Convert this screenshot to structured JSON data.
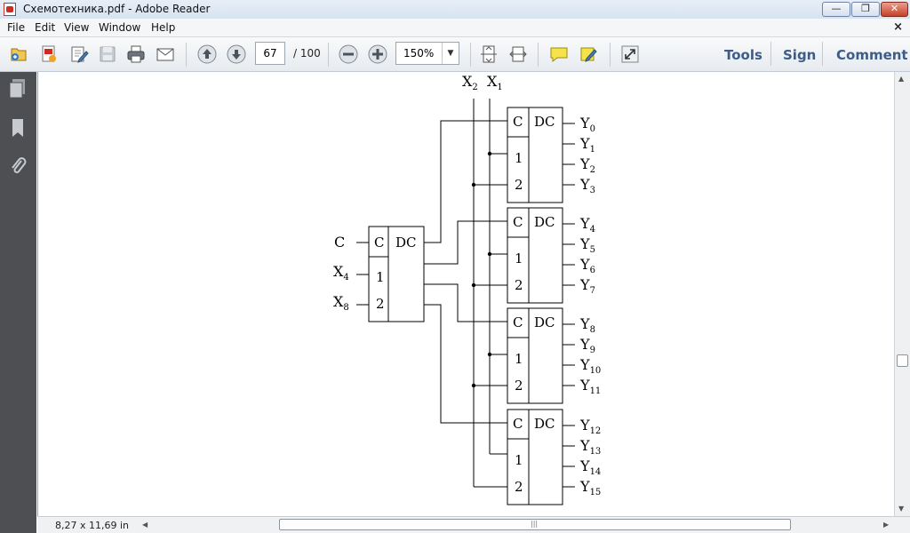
{
  "window": {
    "title": "Схемотехника.pdf - Adobe Reader",
    "controls": {
      "minimize": "—",
      "maximize": "❐",
      "close": "✕"
    }
  },
  "menu": {
    "items": [
      "File",
      "Edit",
      "View",
      "Window",
      "Help"
    ],
    "doc_close": "×"
  },
  "toolbar": {
    "page_current": "67",
    "page_total": "/ 100",
    "zoom": "150%",
    "zoom_dropdown": "▼"
  },
  "right_tabs": [
    "Tools",
    "Sign",
    "Comment"
  ],
  "status": {
    "page_size": "8,27 x 11,69 in",
    "arrow_left": "◀",
    "arrow_right": "▶",
    "grip": "|||"
  },
  "scroll": {
    "up": "▲",
    "down": "▼"
  },
  "diagram": {
    "top_inputs": [
      {
        "base": "X",
        "sub": "2"
      },
      {
        "base": "X",
        "sub": "1"
      }
    ],
    "left_inputs": [
      {
        "base": "C",
        "sub": ""
      },
      {
        "base": "X",
        "sub": "4"
      },
      {
        "base": "X",
        "sub": "8"
      }
    ],
    "block_labels": {
      "clock": "C",
      "title": "DC",
      "in1": "1",
      "in2": "2"
    },
    "output_base": "Y",
    "outputs": [
      "0",
      "1",
      "2",
      "3",
      "4",
      "5",
      "6",
      "7",
      "8",
      "9",
      "10",
      "11",
      "12",
      "13",
      "14",
      "15"
    ]
  }
}
